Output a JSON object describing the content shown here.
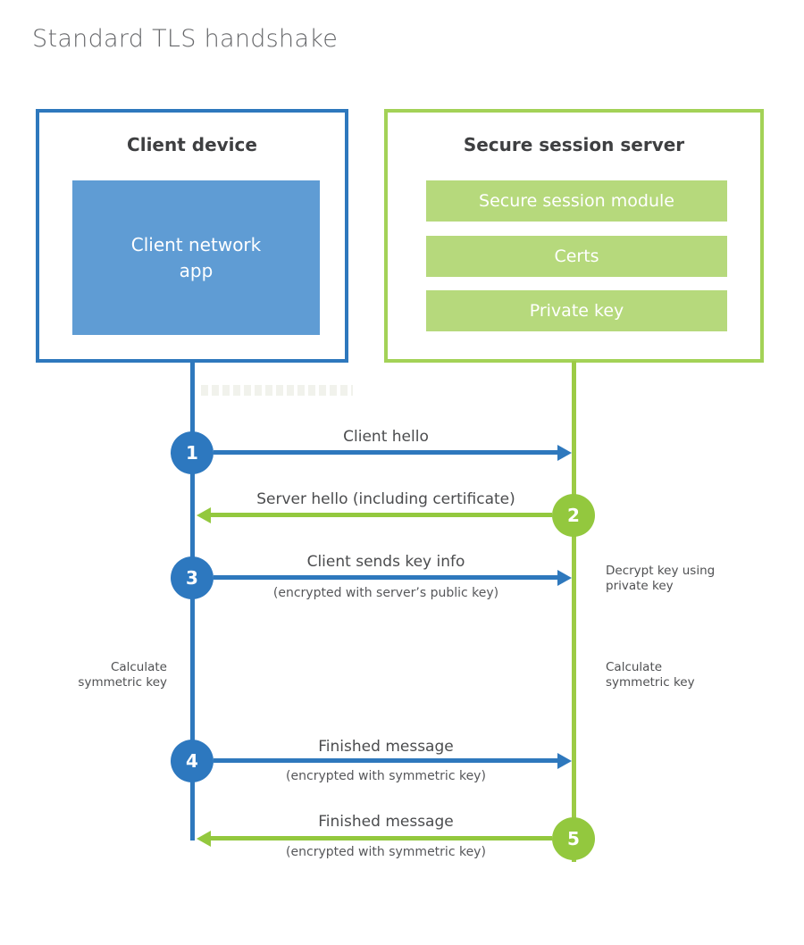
{
  "page_title": "Standard TLS handshake",
  "client_box": {
    "title": "Client device",
    "app_label": "Client network\napp"
  },
  "server_box": {
    "title": "Secure session server",
    "modules": [
      "Secure session module",
      "Certs",
      "Private key"
    ]
  },
  "steps": [
    {
      "num": "1",
      "label": "Client hello",
      "direction": "client-to-server"
    },
    {
      "num": "2",
      "label": "Server hello (including certificate)",
      "direction": "server-to-client"
    },
    {
      "num": "3",
      "label": "Client sends key info",
      "sub": "(encrypted with server’s public key)",
      "direction": "client-to-server"
    },
    {
      "num": "4",
      "label": "Finished message",
      "sub": "(encrypted with symmetric key)",
      "direction": "client-to-server"
    },
    {
      "num": "5",
      "label": "Finished message",
      "sub": "(encrypted with symmetric key)",
      "direction": "server-to-client"
    }
  ],
  "annotations": {
    "decrypt": "Decrypt key using\nprivate key",
    "calc_left": "Calculate\nsymmetric key",
    "calc_right": "Calculate\nsymmetric key"
  },
  "colors": {
    "client_blue": "#2e78bd",
    "client_fill_blue": "#5f9cd4",
    "server_green": "#93c83e",
    "server_border_green": "#a3d257",
    "server_bar_green": "#b6d97c",
    "text_dark": "#3e3f41",
    "text_gray": "#56575a",
    "title_gray": "#66676a"
  }
}
